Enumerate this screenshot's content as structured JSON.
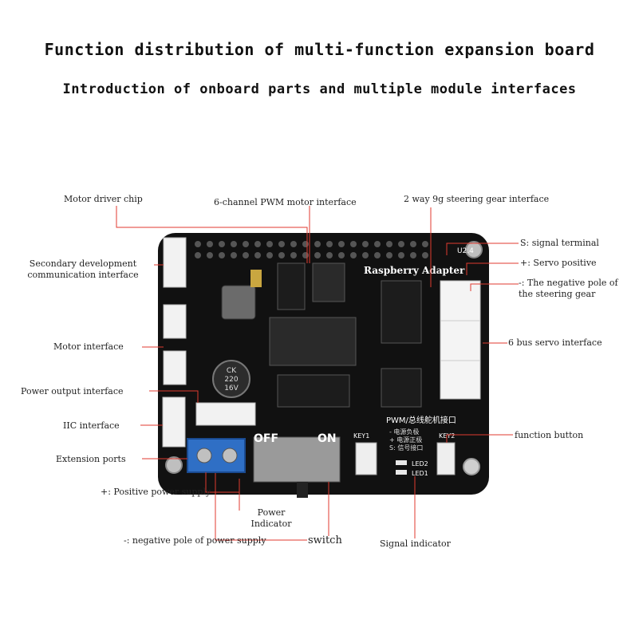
{
  "title": "Function distribution of multi-function expansion board",
  "subtitle": "Introduction of onboard parts and multiple module interfaces",
  "labels": {
    "motor_driver_chip": "Motor driver chip",
    "pwm_motor_interface": "6-channel PWM motor interface",
    "steering_gear_interface": "2 way 9g steering gear interface",
    "signal_terminal": "S: signal terminal",
    "servo_positive": "+: Servo positive",
    "negative_pole_line1": "-: The negative pole of",
    "negative_pole_line2": "the steering gear",
    "bus_servo_interface": "6 bus servo interface",
    "secondary_dev_line1": "Secondary development",
    "secondary_dev_line2": "communication interface",
    "motor_interface": "Motor interface",
    "power_output_interface": "Power output interface",
    "iic_interface": "IIC interface",
    "extension_ports": "Extension ports",
    "function_button": "function button",
    "positive_power_supply": "+: Positive power supply",
    "power_indicator_line1": "Power",
    "power_indicator_line2": "Indicator",
    "negative_power_supply": "-: negative pole of power supply",
    "switch": "switch",
    "signal_indicator": "Signal indicator"
  },
  "board": {
    "version": "U2.4",
    "brand": "Raspberry Adapter",
    "capacitor_line1": "CK",
    "capacitor_line2": "220",
    "capacitor_line3": "16V",
    "off": "OFF",
    "on": "ON",
    "key1": "KEY1",
    "key2": "KEY2",
    "led1": "LED1",
    "led2": "LED2",
    "bus_label": "PWM/总线舵机接口",
    "legend_minus": "- 电源负极",
    "legend_plus": "+ 电源正极",
    "legend_s": "S: 信号接口"
  }
}
